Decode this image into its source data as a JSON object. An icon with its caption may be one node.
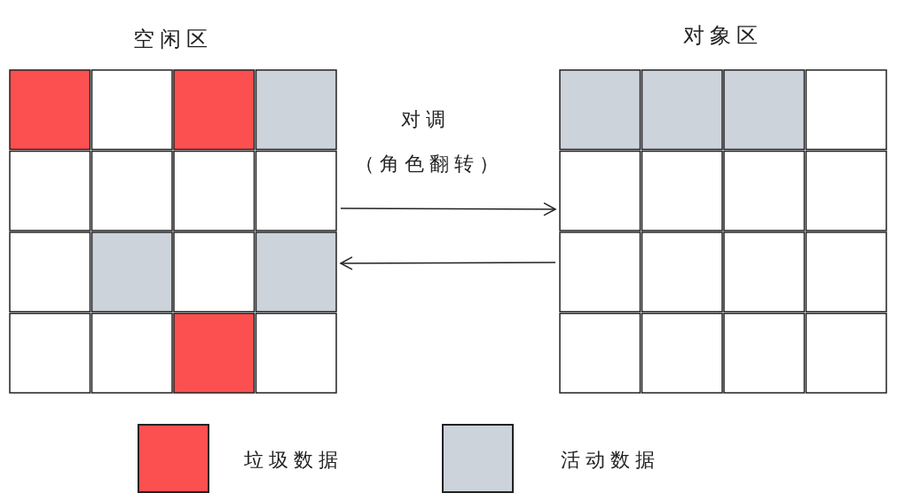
{
  "diagram": {
    "nodes": [
      {
        "text": [
          "空闲区"
        ]
      },
      {
        "text": [
          "对象区"
        ]
      }
    ],
    "edges": [
      {
        "from": 0,
        "to": 1,
        "arrow": "to"
      },
      {
        "from": 1,
        "to": 0,
        "arrow": "to"
      }
    ],
    "labels": [
      "对调",
      "（角色翻转）"
    ],
    "legend": [
      {
        "text": "垃圾数据",
        "color": "#fc5050"
      },
      {
        "text": "活动数据",
        "color": "#cdd3db"
      }
    ]
  }
}
